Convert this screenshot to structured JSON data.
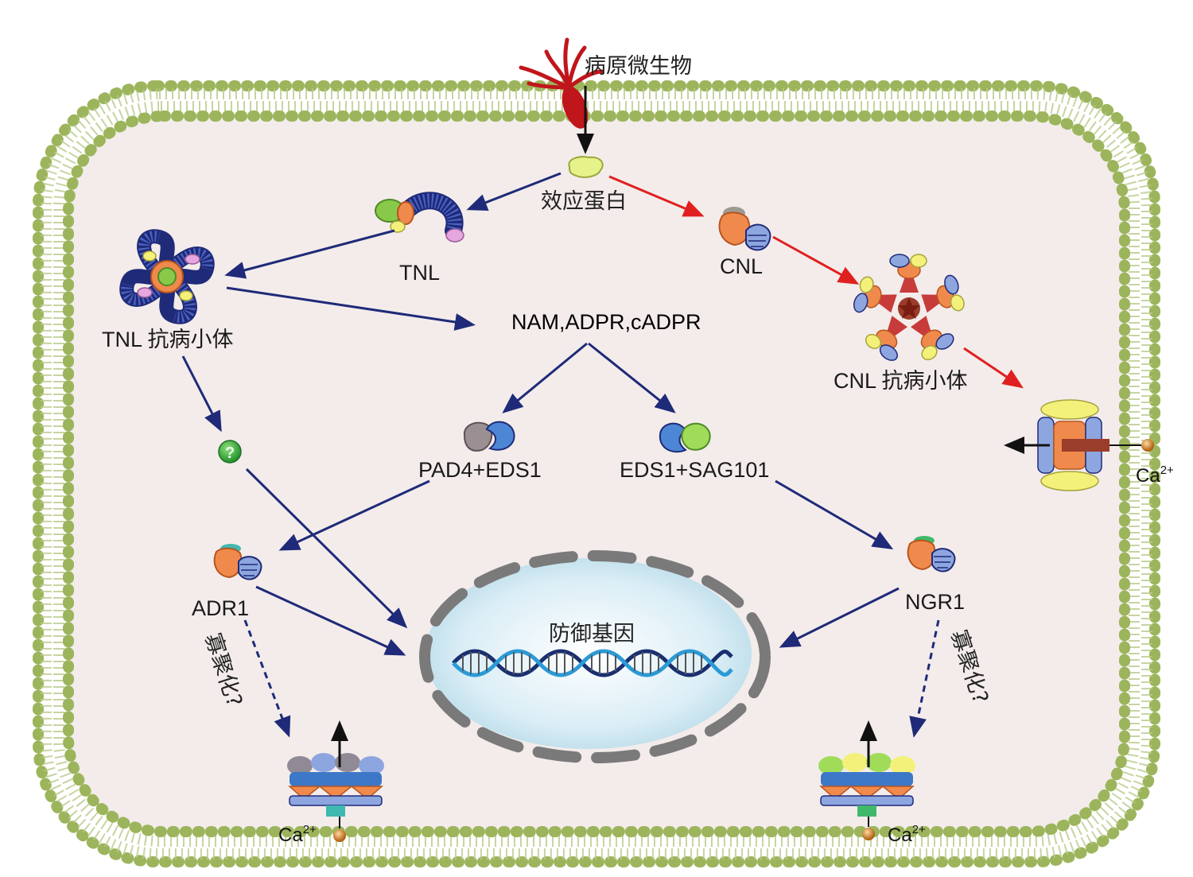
{
  "labels": {
    "pathogen": "病原微生物",
    "effector": "效应蛋白",
    "tnl": "TNL",
    "cnl": "CNL",
    "tnl_resistosome": "TNL 抗病小体",
    "cnl_resistosome": "CNL 抗病小体",
    "metabolites": "NAM,ADPR,cADPR",
    "pad4_eds1": "PAD4+EDS1",
    "eds1_sag101": "EDS1+SAG101",
    "adr1": "ADR1",
    "ngr1": "NGR1",
    "defense_genes": "防御基因",
    "oligomerization_left": "寡聚化?",
    "oligomerization_right": "寡聚化?",
    "unknown": "?",
    "calcium_base": "Ca",
    "calcium_sup": "2+"
  },
  "colors": {
    "membrane_head": "#9cb55c",
    "cytoplasm": "#f3eceb",
    "arrow_blue": "#1f2a78",
    "arrow_red": "#e02020",
    "arrow_black": "#111111",
    "pathogen": "#c0161b",
    "nucleus": "#d4e9f2",
    "nuclear_envelope": "#7a7a7a",
    "calcium_ion": "#c8771f"
  },
  "icons": [
    "pathogen-icon",
    "effector-protein-icon",
    "tnl-protein-icon",
    "cnl-protein-icon",
    "tnl-resistosome-icon",
    "cnl-resistosome-icon",
    "pad4-eds1-icon",
    "eds1-sag101-icon",
    "adr1-protein-icon",
    "ngr1-protein-icon",
    "question-icon",
    "dna-icon",
    "calcium-channel-icon",
    "calcium-ion-icon"
  ]
}
